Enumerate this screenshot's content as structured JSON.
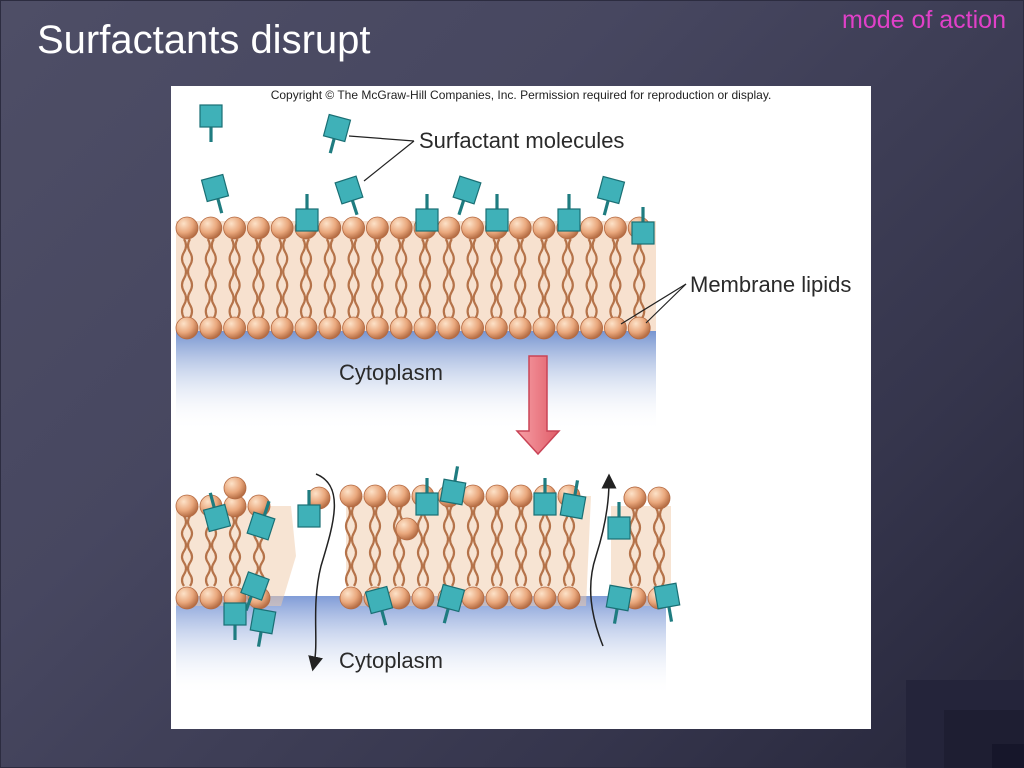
{
  "slide": {
    "title": "Surfactants disrupt",
    "subtitle": "mode of action",
    "subtitle_color": "#e040c8"
  },
  "figure": {
    "copyright": "Copyright © The McGraw-Hill Companies, Inc. Permission required for reproduction or display.",
    "labels": {
      "surfactant": "Surfactant  molecules",
      "lipids": "Membrane lipids",
      "cytoplasm_top": "Cytoplasm",
      "cytoplasm_bottom": "Cytoplasm"
    },
    "colors": {
      "lipid_head": "#e7a47c",
      "lipid_tail": "#b5734a",
      "surfactant_head": "#3fb1b8",
      "cytoplasm": "#6f8fcf",
      "arrow": "#f07a84"
    }
  }
}
